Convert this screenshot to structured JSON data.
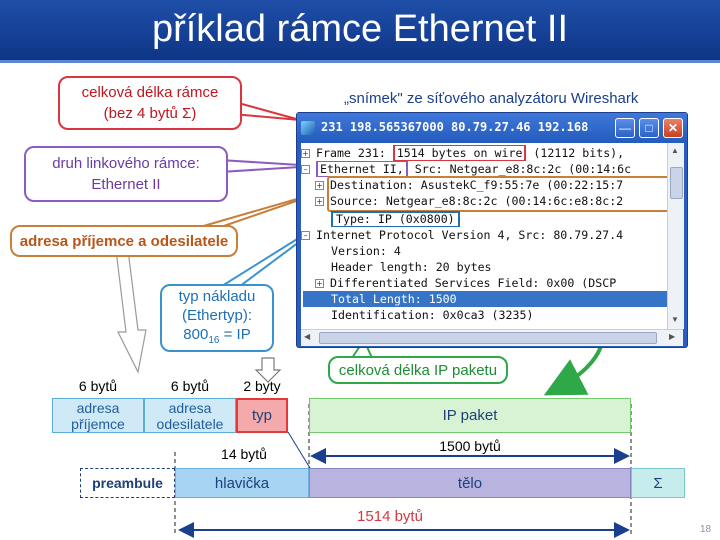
{
  "slide_title": "příklad rámce Ethernet II",
  "callouts": {
    "frame_len_line1": "celková délka rámce",
    "frame_len_line2": "(bez 4 bytů Σ)",
    "frame_type_line1": "druh linkového rámce:",
    "frame_type_line2": "Ethernet II",
    "addresses": "adresa příjemce a odesilatele",
    "payload_line1": "typ nákladu",
    "payload_line2": "(Ethertyp):",
    "payload_line3_base": "800",
    "payload_line3_sub": "16",
    "payload_line3_rest": " = IP",
    "ip_length": "celková délka IP paketu"
  },
  "wireshark": {
    "caption": "„snímek\" ze síťového analyzátoru Wireshark",
    "window_title": "231 198.565367000 80.79.27.46 192.168....",
    "lines": [
      {
        "prefix": "Frame 231: ",
        "highlight": "1514 bytes on wire",
        "rest": " (12112 bits),"
      },
      {
        "prefix": "",
        "highlight": "Ethernet II,",
        "rest": " Src: Netgear_e8:8c:2c (00:14:6c"
      },
      {
        "text": "Destination: AsustekC_f9:55:7e (00:22:15:7"
      },
      {
        "text": "Source: Netgear_e8:8c:2c (00:14:6c:e8:8c:2"
      },
      {
        "text": "Type: IP (0x0800)"
      },
      {
        "text": "Internet Protocol Version 4, Src: 80.79.27.4"
      },
      {
        "text": "Version: 4"
      },
      {
        "text": "Header length: 20 bytes"
      },
      {
        "text": "Differentiated Services Field: 0x00 (DSCP"
      },
      {
        "text": "Total Length: 1500"
      },
      {
        "text": "Identification: 0x0ca3 (3235)"
      }
    ]
  },
  "diagram": {
    "sizes": {
      "dst": "6 bytů",
      "src": "6 bytů",
      "type": "2 byty"
    },
    "header_blocks": {
      "dst_line1": "adresa",
      "dst_line2": "příjemce",
      "src_line1": "adresa",
      "src_line2": "odesilatele",
      "type": "typ"
    },
    "ip_packet": "IP paket",
    "ip_bytes": "1500 bytů",
    "header_bytes": "14 bytů",
    "frame_blocks": {
      "preamble": "preambule",
      "header": "hlavička",
      "body": "tělo",
      "checksum": "Σ"
    },
    "frame_bytes": "1514 bytů"
  },
  "slide_number": "18",
  "colors": {
    "title_bg": "#0e3587",
    "red": "#d9363e",
    "purple": "#8c5cc0",
    "brown": "#c77f3a",
    "blue": "#3a93d0",
    "green": "#2fa84a"
  }
}
